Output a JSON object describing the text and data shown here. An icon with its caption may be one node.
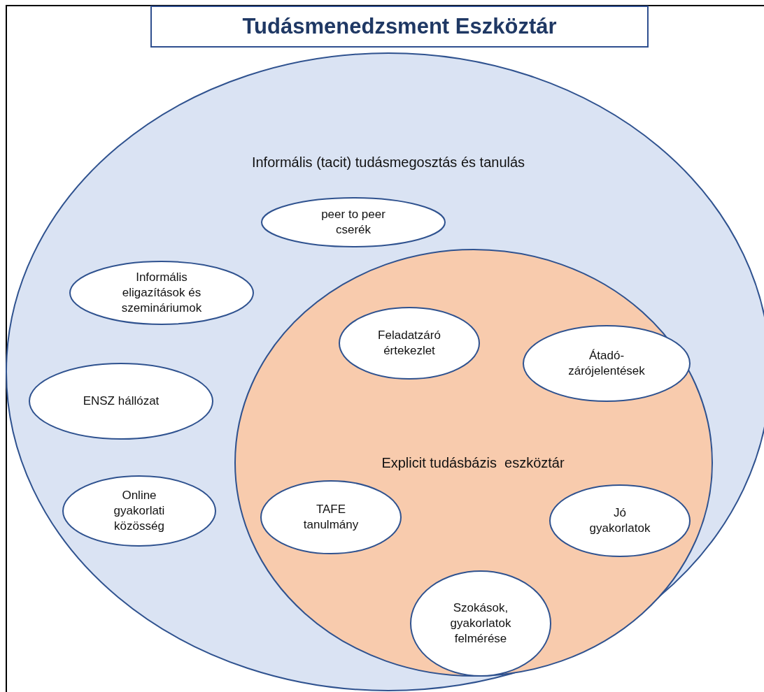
{
  "diagram": {
    "title": "Tudásmenedzsment Eszköztár",
    "nodes": [
      {
        "text": [
          "Informális (tacit) tudásmegosztás és tanulás"
        ]
      },
      {
        "text": [
          "peer to peer cserék"
        ],
        "in": 0
      },
      {
        "text": [
          "Informális eligazítások és szemináriumok"
        ],
        "in": 0
      },
      {
        "text": [
          "Explicit tudásbázis  eszköztár"
        ],
        "in": 0
      },
      {
        "text": [
          "Feladatzáró értekezlet"
        ],
        "in": 3
      },
      {
        "text": [
          "Átadó-zárójelentések"
        ],
        "in": 3
      },
      {
        "text": [
          "ENSZ hállózat"
        ],
        "in": 0
      },
      {
        "text": [
          "Online gyakorlati közösség"
        ],
        "in": 0
      },
      {
        "text": [
          "TAFE tanulmány"
        ],
        "in": 3
      },
      {
        "text": [
          "Jó gyakorlatok"
        ],
        "in": 3
      },
      {
        "text": [
          "Szokások, gyakorlatok felmérése"
        ],
        "in": 3
      }
    ]
  }
}
